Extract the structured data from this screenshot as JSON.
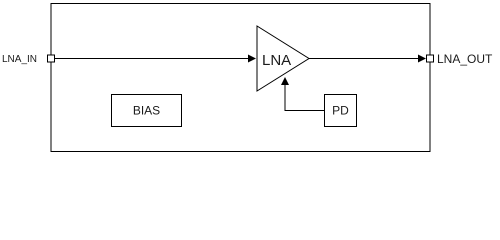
{
  "diagram": {
    "ports": {
      "input_label": "LNA_IN",
      "output_label": "LNA_OUT"
    },
    "blocks": {
      "amplifier_label": "LNA",
      "bias_label": "BIAS",
      "power_detector_label": "PD"
    }
  },
  "colors": {
    "stroke": "#000000",
    "text": "#1a1a1a",
    "background": "#ffffff"
  }
}
